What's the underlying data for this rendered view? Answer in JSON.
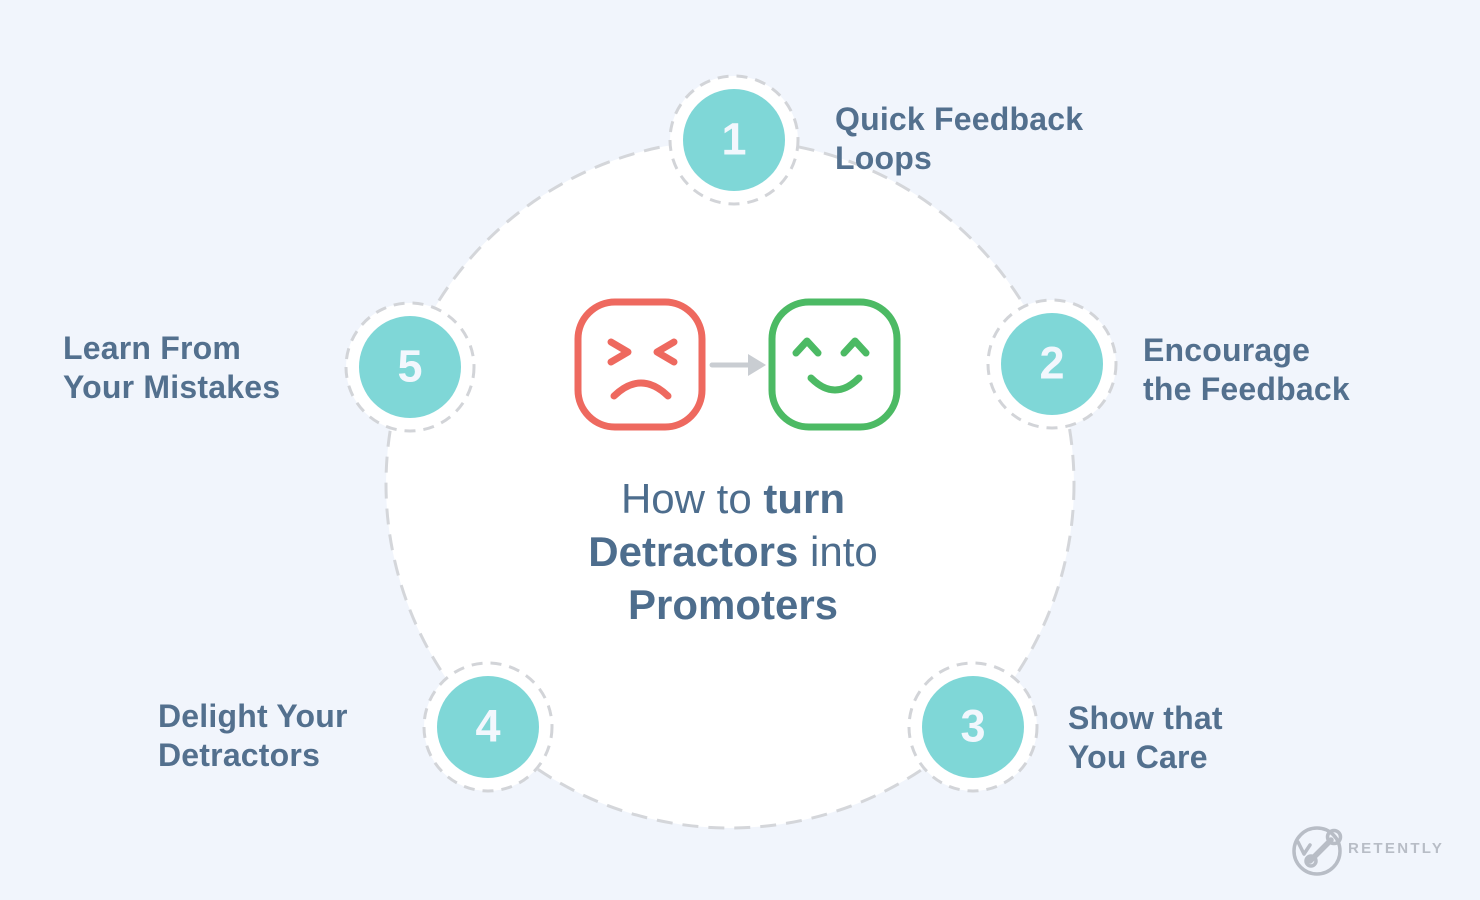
{
  "title": {
    "line1": {
      "light": "How to ",
      "bold": "turn"
    },
    "line2": {
      "bold": "Detractors",
      "light": " into"
    },
    "line3": {
      "bold": "Promoters"
    }
  },
  "steps": [
    {
      "number": "1",
      "line1": "Quick Feedback",
      "line2": "Loops"
    },
    {
      "number": "2",
      "line1": "Encourage",
      "line2": "the Feedback"
    },
    {
      "number": "3",
      "line1": "Show that",
      "line2": "You Care"
    },
    {
      "number": "4",
      "line1": "Delight Your",
      "line2": "Detractors"
    },
    {
      "number": "5",
      "line1": "Learn From",
      "line2": "Your Mistakes"
    }
  ],
  "icons": {
    "detractor": "sad-face-icon",
    "transition": "right-arrow-icon",
    "promoter": "happy-face-icon",
    "logo_mark": "retently-logo-mark"
  },
  "logo": {
    "text": "RETENTLY"
  },
  "colors": {
    "background": "#f1f5fc",
    "circle_fill": "#ffffff",
    "dashed_stroke": "#d4d6da",
    "badge_teal": "#7fd7d7",
    "number_text": "#f2f7fd",
    "label_text": "#53708e",
    "title_text": "#4d6d8d",
    "sad_face_red": "#ee695f",
    "happy_face_green": "#4cba64",
    "arrow_gray": "#c9cdd2",
    "logo_gray": "#b8bdc6"
  }
}
